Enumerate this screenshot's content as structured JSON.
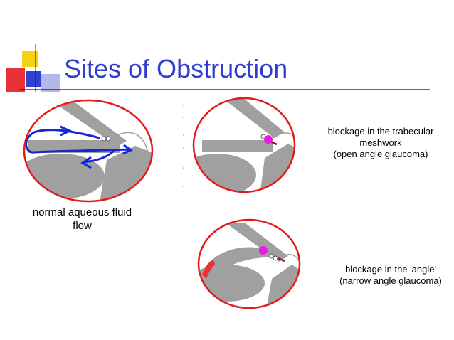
{
  "slide": {
    "title": "Sites of Obstruction"
  },
  "panels": {
    "normal": {
      "caption_line1": "normal aqueous fluid",
      "caption_line2": "flow"
    },
    "trabecular": {
      "caption_line1": "blockage in the trabecular",
      "caption_line2": "meshwork",
      "caption_line3": "(open angle glaucoma)"
    },
    "angle": {
      "caption_line1": "blockage in the 'angle'",
      "caption_line2": "(narrow angle glaucoma)"
    }
  },
  "colors": {
    "title": "#2f3ccc",
    "ring": "#e11b1b",
    "tissue": "#a0a0a0",
    "flow_arrow": "#1327d6",
    "blockage": "#e619e6",
    "accent_red": "#e63232",
    "accent_yellow": "#f5d213",
    "accent_blue": "#3040d0"
  }
}
